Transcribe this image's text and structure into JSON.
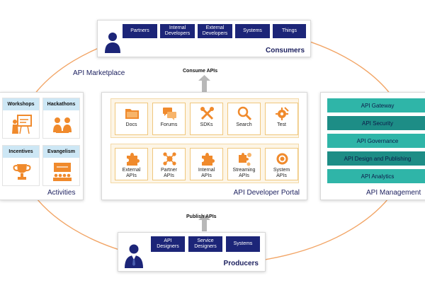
{
  "colors": {
    "navy": "#1c2578",
    "orange": "#f08a2c",
    "teal": "#2fb5a8",
    "teal_dark": "#1d8d86",
    "light_blue": "#cde7f5",
    "ring": "#f2a566"
  },
  "marketplace_label": "API Marketplace",
  "consumers": {
    "title": "Consumers",
    "icon": "person-icon",
    "tags": [
      "Partners",
      "Internal\nDevelopers",
      "External\nDevelopers",
      "Systems",
      "Things"
    ]
  },
  "consume_label": "Consume APIs",
  "publish_label": "Publish APIs",
  "activities": {
    "title": "Activities",
    "items": [
      {
        "label": "Workshops",
        "icon": "presenter-board-icon"
      },
      {
        "label": "Hackathons",
        "icon": "people-collaborate-icon"
      },
      {
        "label": "Incentives",
        "icon": "trophy-icon"
      },
      {
        "label": "Evangelism",
        "icon": "audience-icon"
      }
    ]
  },
  "portal": {
    "title": "API Developer Portal",
    "top_row": [
      {
        "label": "Docs",
        "icon": "folder-icon"
      },
      {
        "label": "Forums",
        "icon": "chat-bubbles-icon"
      },
      {
        "label": "SDKs",
        "icon": "tools-icon"
      },
      {
        "label": "Search",
        "icon": "magnifier-icon"
      },
      {
        "label": "Test",
        "icon": "gear-wrench-icon"
      }
    ],
    "bottom_row": [
      {
        "label": "External\nAPIs",
        "icon": "puzzle-icon"
      },
      {
        "label": "Partner\nAPIs",
        "icon": "network-icon"
      },
      {
        "label": "Internal\nAPIs",
        "icon": "puzzle-icon"
      },
      {
        "label": "Streaming\nAPIs",
        "icon": "puzzle-cluster-icon"
      },
      {
        "label": "System\nAPIs",
        "icon": "gears-icon"
      }
    ]
  },
  "management": {
    "title": "API Management",
    "items": [
      "API Gateway",
      "API Security",
      "API Governance",
      "API Design and Publishing",
      "API Analytics"
    ]
  },
  "producers": {
    "title": "Producers",
    "icon": "businessman-icon",
    "tags": [
      "API\nDesigners",
      "Service\nDesigners",
      "Systems"
    ]
  }
}
